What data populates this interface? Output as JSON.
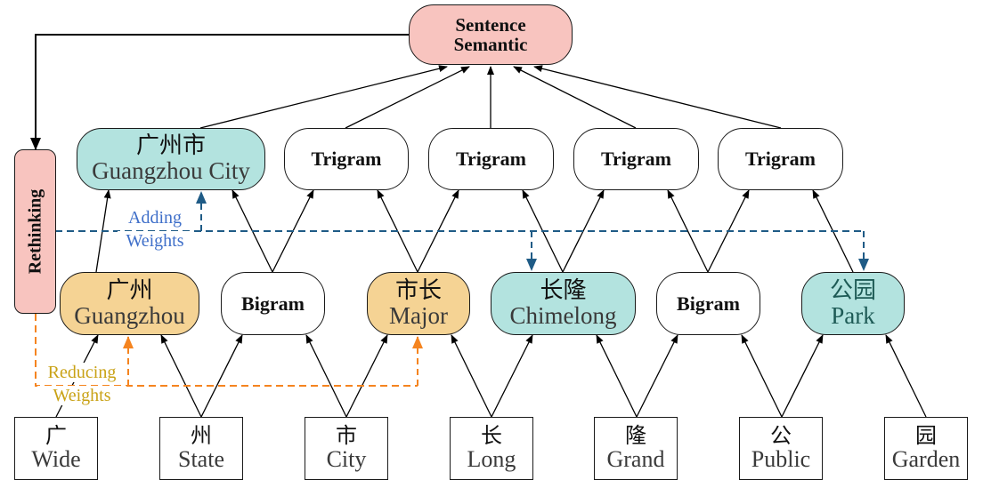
{
  "colors": {
    "sentence": "#f8c4bf",
    "rethinking": "#f8c4bf",
    "teal": "#b3e3df",
    "orange": "#f5d394",
    "white": "#ffffff",
    "adding_arrow": "#1f5b86",
    "adding_text": "#3f6fc9",
    "reducing_arrow": "#f5841f",
    "reducing_text": "#c9a216"
  },
  "sentence": {
    "line1": "Sentence",
    "line2": "Semantic"
  },
  "rethinking": {
    "label": "Rethinking"
  },
  "trigrams": [
    {
      "zh": "广州市",
      "en": "Guangzhou City",
      "style": "teal"
    },
    {
      "label": "Trigram"
    },
    {
      "label": "Trigram"
    },
    {
      "label": "Trigram"
    },
    {
      "label": "Trigram"
    }
  ],
  "bigrams": [
    {
      "zh": "广州",
      "en": "Guangzhou",
      "style": "orange"
    },
    {
      "label": "Bigram"
    },
    {
      "zh": "市长",
      "en": "Major",
      "style": "orange"
    },
    {
      "zh": "长隆",
      "en": "Chimelong",
      "style": "teal"
    },
    {
      "label": "Bigram"
    },
    {
      "zh": "公园",
      "en": "Park",
      "style": "teal"
    }
  ],
  "chars": [
    {
      "zh": "广",
      "en": "Wide"
    },
    {
      "zh": "州",
      "en": "State"
    },
    {
      "zh": "市",
      "en": "City"
    },
    {
      "zh": "长",
      "en": "Long"
    },
    {
      "zh": "隆",
      "en": "Grand"
    },
    {
      "zh": "公",
      "en": "Public"
    },
    {
      "zh": "园",
      "en": "Garden"
    }
  ],
  "annotations": {
    "adding_line1": "Adding",
    "adding_line2": "Weights",
    "reducing_line1": "Reducing",
    "reducing_line2": "Weights"
  }
}
